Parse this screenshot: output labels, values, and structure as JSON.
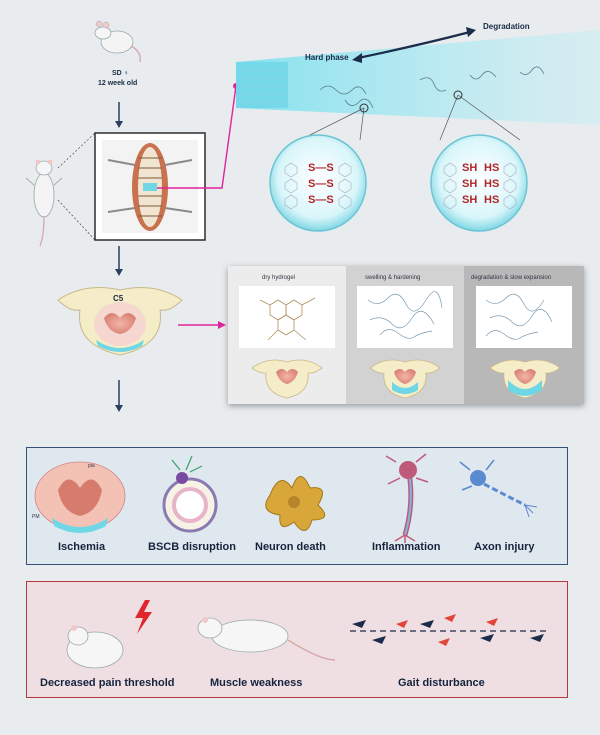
{
  "top": {
    "rat_label_line1": "SD ♀",
    "rat_label_line2": "12 week old",
    "hard_phase": "Hard  phase",
    "degradation": "Degradation",
    "bond_left": [
      "S—S",
      "S—S",
      "S—S"
    ],
    "bond_right": [
      [
        "SH",
        "HS"
      ],
      [
        "SH",
        "HS"
      ],
      [
        "SH",
        "HS"
      ]
    ]
  },
  "middle": {
    "vertebra_label": "C5",
    "stages": [
      "dry hydrogel",
      "swelling & hardening",
      "degradation & slow expansion"
    ]
  },
  "pathology": {
    "items": [
      "Ischemia",
      "BSCB disruption",
      "Neuron death",
      "Inflammation",
      "Axon injury"
    ],
    "tiny_labels": [
      "pia",
      "PM"
    ]
  },
  "outcomes": {
    "items": [
      "Decreased pain threshold",
      "Muscle weakness",
      "Gait disturbance"
    ]
  },
  "colors": {
    "hydrogel": "#6fd6e6",
    "arrow_magenta": "#e0239c",
    "panel_blue_border": "#36507a",
    "panel_red_border": "#b23a3a",
    "lightning": "#e0262a"
  }
}
